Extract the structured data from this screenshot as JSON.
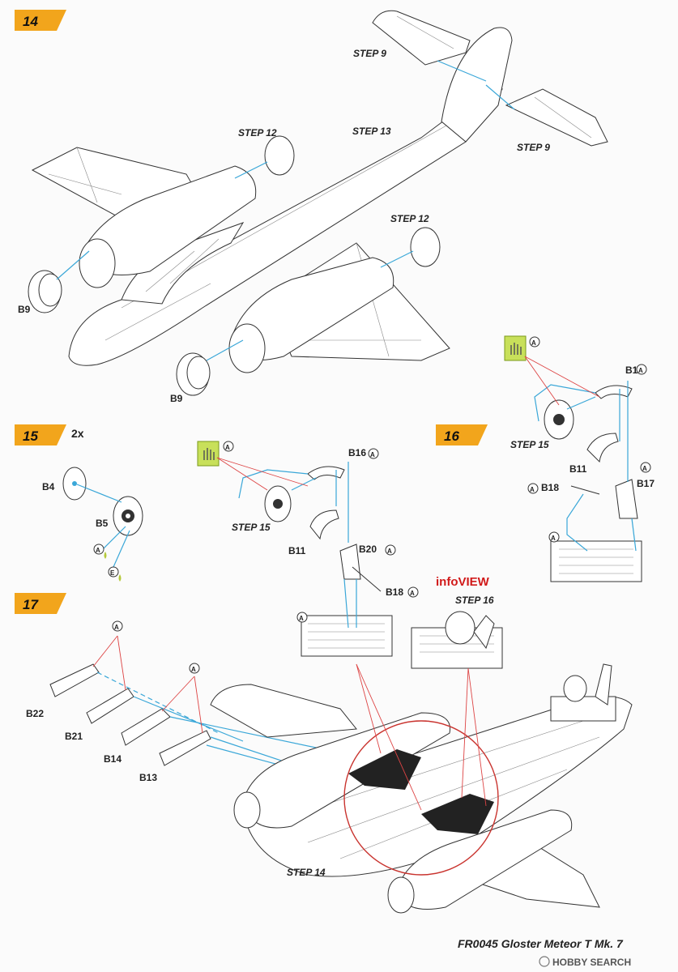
{
  "steps": [
    {
      "number": "14"
    },
    {
      "number": "15",
      "qty": "2x"
    },
    {
      "number": "16"
    },
    {
      "number": "17"
    }
  ],
  "step_refs": {
    "s14_tail_top": "STEP 9",
    "s14_tail_right": "STEP 9",
    "s14_fuselage": "STEP 13",
    "s14_engine_left": "STEP 12",
    "s14_engine_right": "STEP 12",
    "s15": "STEP 15",
    "s16": "STEP 15",
    "s17_bottom": "STEP 14",
    "info_step": "STEP 16"
  },
  "parts": {
    "b9_left": "B9",
    "b9_bottom": "B9",
    "b4": "B4",
    "b5": "B5",
    "b16_mid": "B16",
    "b11_mid": "B11",
    "b20": "B20",
    "b18_mid": "B18",
    "b16_right": "B16",
    "b11_right": "B11",
    "b18_right": "B18",
    "b17": "B17",
    "b22": "B22",
    "b21": "B21",
    "b14": "B14",
    "b13": "B13"
  },
  "paint_codes": {
    "a": "A",
    "e": "E"
  },
  "info_view": "infoVIEW",
  "footer": "FR0045 Gloster Meteor T Mk. 7",
  "watermark": "HOBBY SEARCH",
  "colors": {
    "banner": "#f2a51c",
    "callout_lines": "#3aa7d8",
    "zoom_circle": "#c9342f",
    "paint_drop": "#b5c93a"
  }
}
